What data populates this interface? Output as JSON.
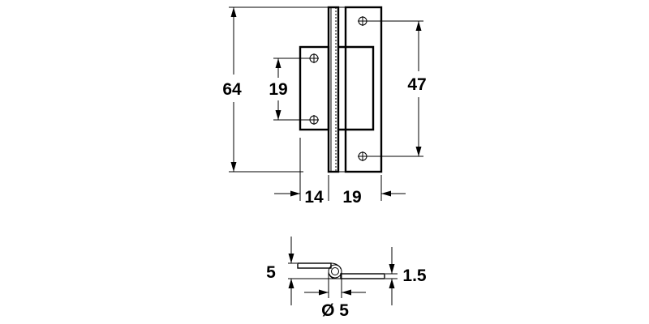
{
  "front_view": {
    "height_total": "64",
    "height_leaf": "19",
    "hole_spacing": "47",
    "width_left": "14",
    "width_right": "19"
  },
  "side_view": {
    "height": "5",
    "thickness": "1.5",
    "pin_diameter": "Ø 5"
  },
  "colors": {
    "ink": "#000000",
    "background": "#ffffff"
  }
}
